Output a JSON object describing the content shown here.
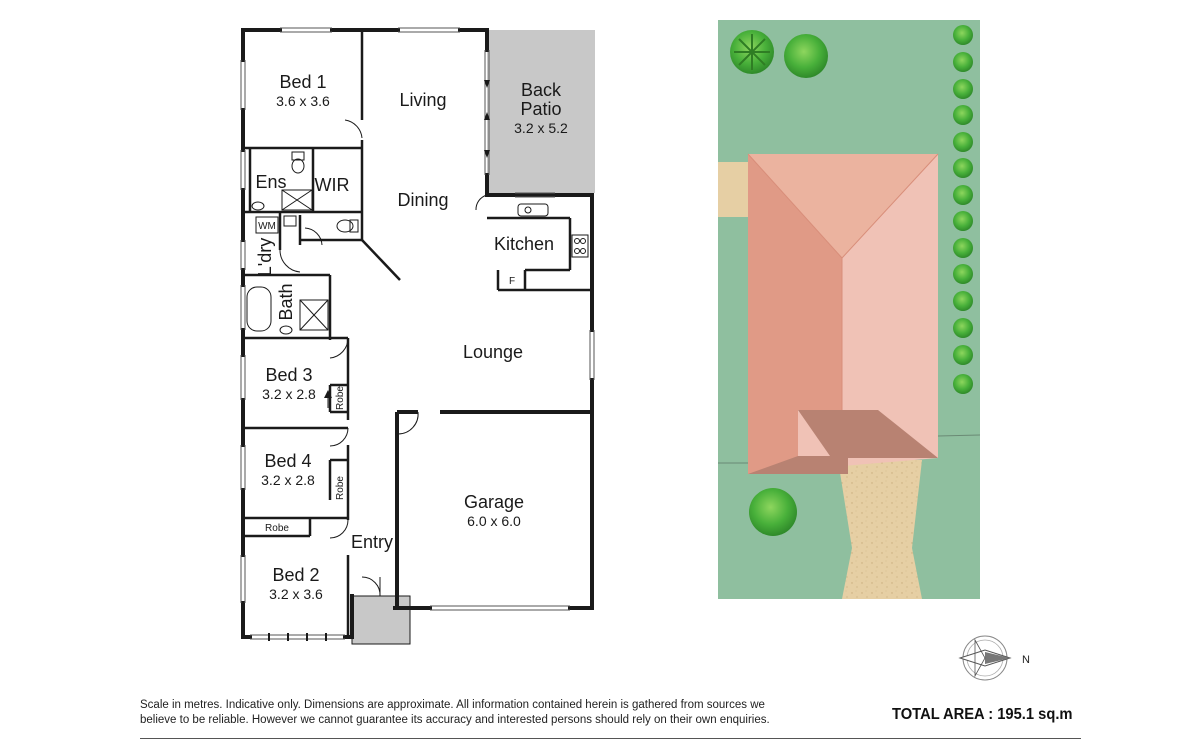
{
  "rooms": {
    "bed1": {
      "name": "Bed 1",
      "dims": "3.6 x 3.6"
    },
    "living": {
      "name": "Living"
    },
    "back_patio": {
      "name_line1": "Back",
      "name_line2": "Patio",
      "dims": "3.2 x 5.2"
    },
    "ensuite": {
      "name": "Ens"
    },
    "wir": {
      "name": "WIR"
    },
    "dining": {
      "name": "Dining"
    },
    "kitchen": {
      "name": "Kitchen"
    },
    "fridge": {
      "name": "F"
    },
    "washing_machine": {
      "name": "WM"
    },
    "laundry": {
      "name": "L'dry"
    },
    "bath": {
      "name": "Bath"
    },
    "lounge": {
      "name": "Lounge"
    },
    "bed3": {
      "name": "Bed 3",
      "dims": "3.2 x 2.8"
    },
    "robe3": {
      "name": "Robe"
    },
    "bed4": {
      "name": "Bed 4",
      "dims": "3.2 x 2.8"
    },
    "robe4": {
      "name": "Robe"
    },
    "robe2": {
      "name": "Robe"
    },
    "garage": {
      "name": "Garage",
      "dims": "6.0 x 6.0"
    },
    "entry": {
      "name": "Entry"
    },
    "bed2": {
      "name": "Bed 2",
      "dims": "3.2 x 3.6"
    }
  },
  "compass": {
    "north_label": "N"
  },
  "footer": {
    "disclaimer_line1": "Scale in metres. Indicative only. Dimensions are approximate. All information contained herein is gathered from sources we",
    "disclaimer_line2": "believe to be reliable. However we cannot guarantee its accuracy and interested persons should rely on their own enquiries.",
    "total_area": "TOTAL AREA : 195.1 sq.m"
  },
  "colors": {
    "wall": "#1a1a1a",
    "patio": "#c8c8c8",
    "site_lawn": "#8fbf9f",
    "roof_left": "#e09a86",
    "roof_right": "#f0c2b6",
    "roof_top": "#ebb39f",
    "porch_roof": "#b88272",
    "driveway": "#e6cfa4",
    "tree": "#4caf3a"
  }
}
